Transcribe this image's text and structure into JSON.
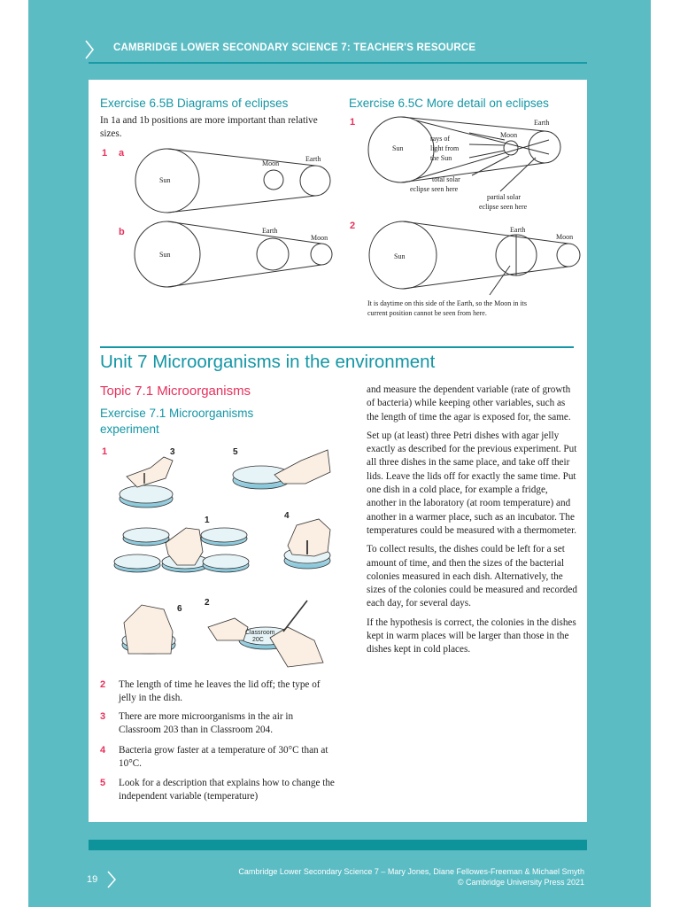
{
  "header": {
    "title": "CAMBRIDGE LOWER SECONDARY SCIENCE 7: TEACHER'S RESOURCE"
  },
  "exercise_65b": {
    "title": "Exercise 6.5B Diagrams of eclipses",
    "intro": "In 1a and 1b positions are more important than relative sizes.",
    "q_num": "1",
    "a_label": "a",
    "b_label": "b",
    "a_sun": "Sun",
    "a_moon": "Moon",
    "a_earth": "Earth",
    "b_sun": "Sun",
    "b_earth": "Earth",
    "b_moon": "Moon"
  },
  "exercise_65c": {
    "title": "Exercise 6.5C More detail on eclipses",
    "q1_num": "1",
    "q1_sun": "Sun",
    "q1_earth": "Earth",
    "q1_moon": "Moon",
    "q1_rays_1": "rays of",
    "q1_rays_2": "light from",
    "q1_rays_3": "the Sun",
    "q1_total_1": "total solar",
    "q1_total_2": "eclipse seen here",
    "q1_partial_1": "partial solar",
    "q1_partial_2": "eclipse seen here",
    "q2_num": "2",
    "q2_sun": "Sun",
    "q2_earth": "Earth",
    "q2_moon": "Moon",
    "q2_caption_1": "It is daytime on this side of the Earth, so the Moon in its",
    "q2_caption_2": "current position cannot be seen from here."
  },
  "unit": {
    "title": "Unit 7 Microorganisms in the environment",
    "topic": "Topic 7.1 Microorganisms",
    "exercise_1": "Exercise 7.1 Microorganisms",
    "exercise_2": "experiment",
    "q1_num": "1",
    "step_labels": [
      "3",
      "5",
      "1",
      "4",
      "6",
      "2"
    ],
    "label_text_1": "Classroom",
    "label_text_2": "20C"
  },
  "answers": [
    {
      "num": "2",
      "text": "The length of time he leaves the lid off; the type of jelly in the dish."
    },
    {
      "num": "3",
      "text": "There are more microorganisms in the air in Classroom 203 than in Classroom 204."
    },
    {
      "num": "4",
      "text": "Bacteria grow faster at a temperature of 30°C than at 10°C."
    },
    {
      "num": "5",
      "text": "Look for a description that explains how to change the independent variable (temperature)"
    }
  ],
  "right_column": [
    "and measure the dependent variable (rate of growth of bacteria) while keeping other variables, such as the length of time the agar is exposed for, the same.",
    "Set up (at least) three Petri dishes with agar jelly exactly as described for the previous experiment. Put all three dishes in the same place, and take off their lids. Leave the lids off for exactly the same time. Put one dish in a cold place, for example a fridge, another in the laboratory (at room temperature) and another in a warmer place, such as an incubator. The temperatures could be measured with a thermometer.",
    "To collect results, the dishes could be left for a set amount of time, and then the sizes of the bacterial colonies measured in each dish. Alternatively, the sizes of the colonies could be measured and recorded each day, for several days.",
    "If the hypothesis is correct, the colonies in the dishes kept in warm places will be larger than those in the dishes kept in cold places."
  ],
  "footer": {
    "page_number": "19",
    "credit_1": "Cambridge Lower Secondary Science 7 – Mary Jones, Diane Fellowes-Freeman & Michael Smyth",
    "credit_2": "© Cambridge University Press 2021"
  },
  "colors": {
    "frame": "#5cbcc4",
    "heading_teal": "#1496a5",
    "number_pink": "#e8305b",
    "footer_bar": "#0e939b"
  }
}
